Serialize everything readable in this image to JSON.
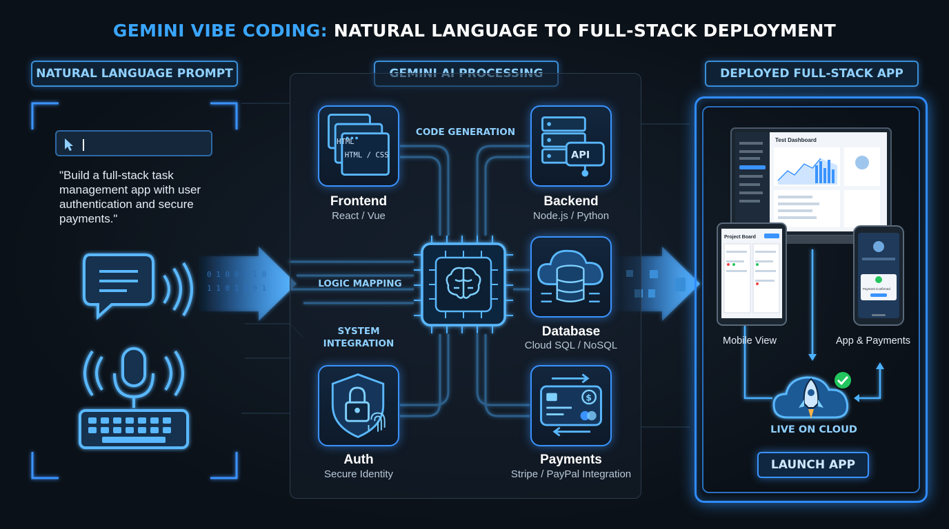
{
  "title": {
    "part1": "GEMINI VIBE CODING:",
    "part2": "NATURAL LANGUAGE TO FULL-STACK DEPLOYMENT"
  },
  "sections": {
    "left": "NATURAL LANGUAGE PROMPT",
    "center": "GEMINI AI PROCESSING",
    "right": "DEPLOYED FULL-STACK APP"
  },
  "prompt_text": "\"Build a full-stack task management app with user authentication and secure payments.\"",
  "flows": {
    "code_generation": "CODE GENERATION",
    "logic_mapping": "LOGIC MAPPING",
    "system_integration_1": "SYSTEM",
    "system_integration_2": "INTEGRATION"
  },
  "components": [
    {
      "name": "Frontend",
      "tech": "React / Vue",
      "icon": "html-css-window-icon",
      "icon_text_1": "HTML",
      "icon_text_2": "HTML / CSS"
    },
    {
      "name": "Backend",
      "tech": "Node.js / Python",
      "icon": "server-api-icon",
      "icon_text_1": "API"
    },
    {
      "name": "Database",
      "tech": "Cloud SQL / NoSQL",
      "icon": "cloud-database-icon"
    },
    {
      "name": "Auth",
      "tech": "Secure Identity",
      "icon": "shield-lock-fingerprint-icon"
    },
    {
      "name": "Payments",
      "tech": "Stripe / PayPal Integration",
      "icon": "credit-card-icon"
    }
  ],
  "core": {
    "icon": "ai-chip-brain-icon"
  },
  "deploy": {
    "mobile_view": "Mobile View",
    "app_payments": "App & Payments",
    "live_on_cloud": "LIVE ON CLOUD",
    "launch_button": "LAUNCH APP",
    "laptop_screen_title": "Test Dashboard",
    "tablet_screen_title": "Project Board",
    "phone_screen_text": "Payment Confirmed"
  },
  "colors": {
    "accent": "#3aa6ff",
    "glow": "#2f8cff",
    "background": "#0b1118",
    "success": "#22c55e"
  }
}
